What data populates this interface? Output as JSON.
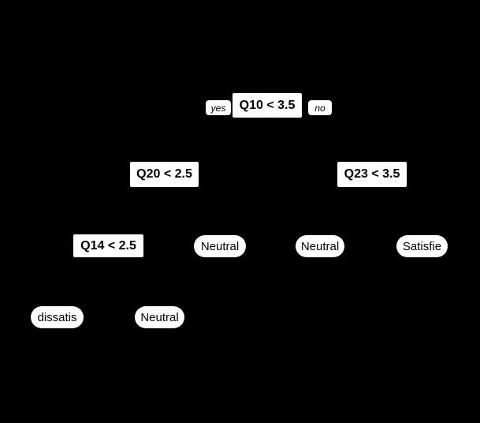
{
  "figure": {
    "kind": "decision-tree",
    "colors": {
      "background": "#000000",
      "node_fill": "#ffffff",
      "node_text": "#000000",
      "edge": "#000000"
    },
    "edge_labels": {
      "yes": "yes",
      "no": "no"
    },
    "nodes": {
      "q10": {
        "label": "Q10 < 3.5",
        "kind": "split"
      },
      "q20": {
        "label": "Q20 < 2.5",
        "kind": "split"
      },
      "q23": {
        "label": "Q23 < 3.5",
        "kind": "split"
      },
      "q14": {
        "label": "Q14 < 2.5",
        "kind": "split"
      },
      "neutral_1": {
        "label": "Neutral",
        "kind": "leaf"
      },
      "neutral_2": {
        "label": "Neutral",
        "kind": "leaf"
      },
      "satisfied": {
        "label": "Satisfie",
        "kind": "leaf"
      },
      "dissatisfied": {
        "label": "dissatis",
        "kind": "leaf"
      },
      "neutral_3": {
        "label": "Neutral",
        "kind": "leaf"
      }
    },
    "structure": {
      "root": "q10",
      "branches": [
        {
          "from": "q10",
          "answer": "yes",
          "to": "q20"
        },
        {
          "from": "q10",
          "answer": "no",
          "to": "q23"
        },
        {
          "from": "q20",
          "answer": "yes",
          "to": "q14"
        },
        {
          "from": "q20",
          "answer": "no",
          "to": "neutral_1"
        },
        {
          "from": "q23",
          "answer": "yes",
          "to": "neutral_2"
        },
        {
          "from": "q23",
          "answer": "no",
          "to": "satisfied"
        },
        {
          "from": "q14",
          "answer": "yes",
          "to": "dissatisfied"
        },
        {
          "from": "q14",
          "answer": "no",
          "to": "neutral_3"
        }
      ]
    }
  }
}
